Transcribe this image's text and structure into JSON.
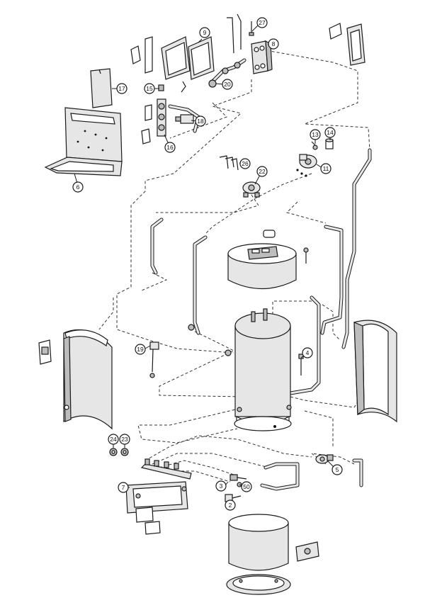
{
  "diagram": {
    "callouts": {
      "c2": "2",
      "c3": "3",
      "c4": "4",
      "c5": "5",
      "c6": "6",
      "c7": "7",
      "c8": "8",
      "c9": "9",
      "c11": "11",
      "c13": "13",
      "c14": "14",
      "c15": "15",
      "c16": "16",
      "c17": "17",
      "c18": "18",
      "c19": "19",
      "c20": "20",
      "c22": "22",
      "c23": "23",
      "c24": "24",
      "c26": "26",
      "c27": "27",
      "c50": "50"
    }
  }
}
